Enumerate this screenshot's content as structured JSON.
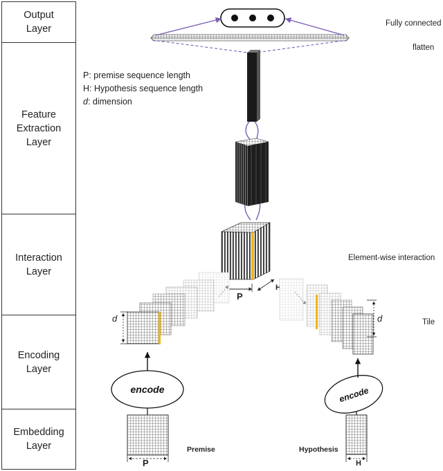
{
  "layers": [
    {
      "lines": [
        "Output",
        "Layer"
      ]
    },
    {
      "lines": [
        "Feature",
        "Extraction",
        "Layer"
      ]
    },
    {
      "lines": [
        "Interaction",
        "Layer"
      ]
    },
    {
      "lines": [
        "Encoding",
        "Layer"
      ]
    },
    {
      "lines": [
        "Embedding",
        "Layer"
      ]
    }
  ],
  "legend": {
    "p_key": "P",
    "p_text": ": premise sequence length",
    "h_key": "H",
    "h_text": ": Hypothesis sequence length",
    "d_key": "d",
    "d_text": ": dimension"
  },
  "annotations": {
    "fully_connected": "Fully connected",
    "flatten": "flatten",
    "element_wise": "Element-wise interaction",
    "tile": "Tile",
    "premise": "Premise",
    "hypothesis": "Hypothesis"
  },
  "dims": {
    "p_bottom": "P",
    "h_bottom": "H",
    "p_cube": "P",
    "h_cube": "H",
    "d_left": "d",
    "d_right": "d"
  },
  "encode": {
    "left": "encode",
    "right": "encode"
  },
  "colors": {
    "accent_purple": "#7b5bb6",
    "highlight_yellow": "#f2b705",
    "dark_block": "#1e1e1e"
  }
}
